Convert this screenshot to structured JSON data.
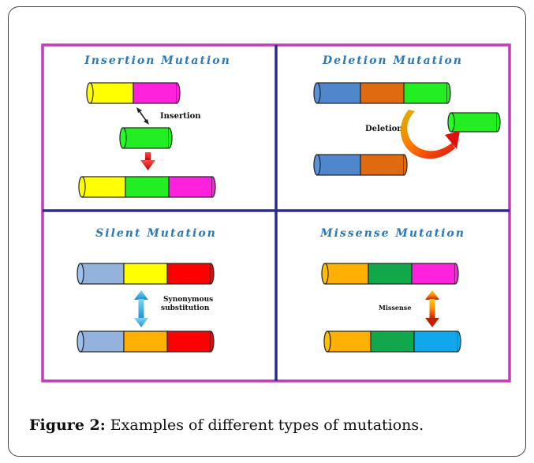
{
  "figure": {
    "colors": {
      "outer_border": "#c33bb6",
      "divider": "#2b2a8f",
      "title": "#2a78b8",
      "yellow": "#ffff00",
      "magenta": "#ff22dd",
      "green": "#22ee22",
      "blue": "#4f86cc",
      "orange_dark": "#e06a10",
      "light_blue": "#93b3dd",
      "red": "#ff0000",
      "orange": "#ffb000",
      "dark_green": "#10a84a",
      "cyan": "#10a8e8"
    },
    "panels": [
      {
        "title": "Insertion Mutation",
        "label": "Insertion",
        "rows": [
          [
            "yellow",
            "magenta"
          ],
          [
            "green"
          ],
          [
            "yellow",
            "green",
            "magenta"
          ]
        ]
      },
      {
        "title": "Deletion Mutation",
        "label": "Deletion",
        "rows": [
          [
            "blue",
            "orange_dark",
            "green"
          ],
          [
            "green"
          ],
          [
            "blue",
            "orange_dark"
          ]
        ]
      },
      {
        "title": "Silent Mutation",
        "label_lines": [
          "Synonymous",
          "substitution"
        ],
        "rows": [
          [
            "light_blue",
            "yellow",
            "red"
          ],
          [
            "light_blue",
            "orange",
            "red"
          ]
        ]
      },
      {
        "title": "Missense Mutation",
        "label": "Missense",
        "rows": [
          [
            "orange",
            "dark_green",
            "magenta"
          ],
          [
            "orange",
            "dark_green",
            "cyan"
          ]
        ]
      }
    ]
  },
  "caption": {
    "label": "Figure 2:",
    "text": " Examples of different types of mutations."
  }
}
